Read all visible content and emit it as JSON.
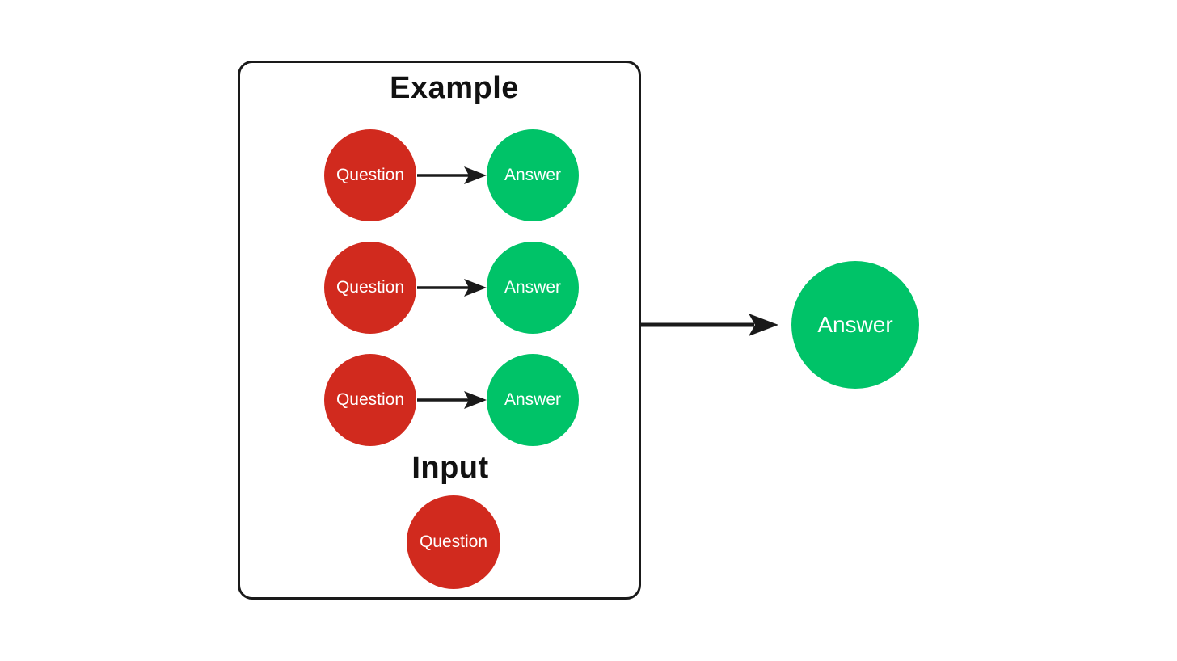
{
  "diagram": {
    "description": "Few-shot prompting diagram: example question-answer pairs plus an input question produce an answer",
    "example_box": {
      "title": "Example",
      "rows": [
        {
          "question": "Question",
          "answer": "Answer"
        },
        {
          "question": "Question",
          "answer": "Answer"
        },
        {
          "question": "Question",
          "answer": "Answer"
        }
      ],
      "input_label": "Input",
      "input_question": "Question"
    },
    "output": {
      "answer": "Answer"
    },
    "colors": {
      "question_fill": "#d12a1e",
      "answer_fill": "#00c368",
      "stroke": "#1a1a1a",
      "background": "#ffffff",
      "circle_text": "#ffffff"
    }
  }
}
